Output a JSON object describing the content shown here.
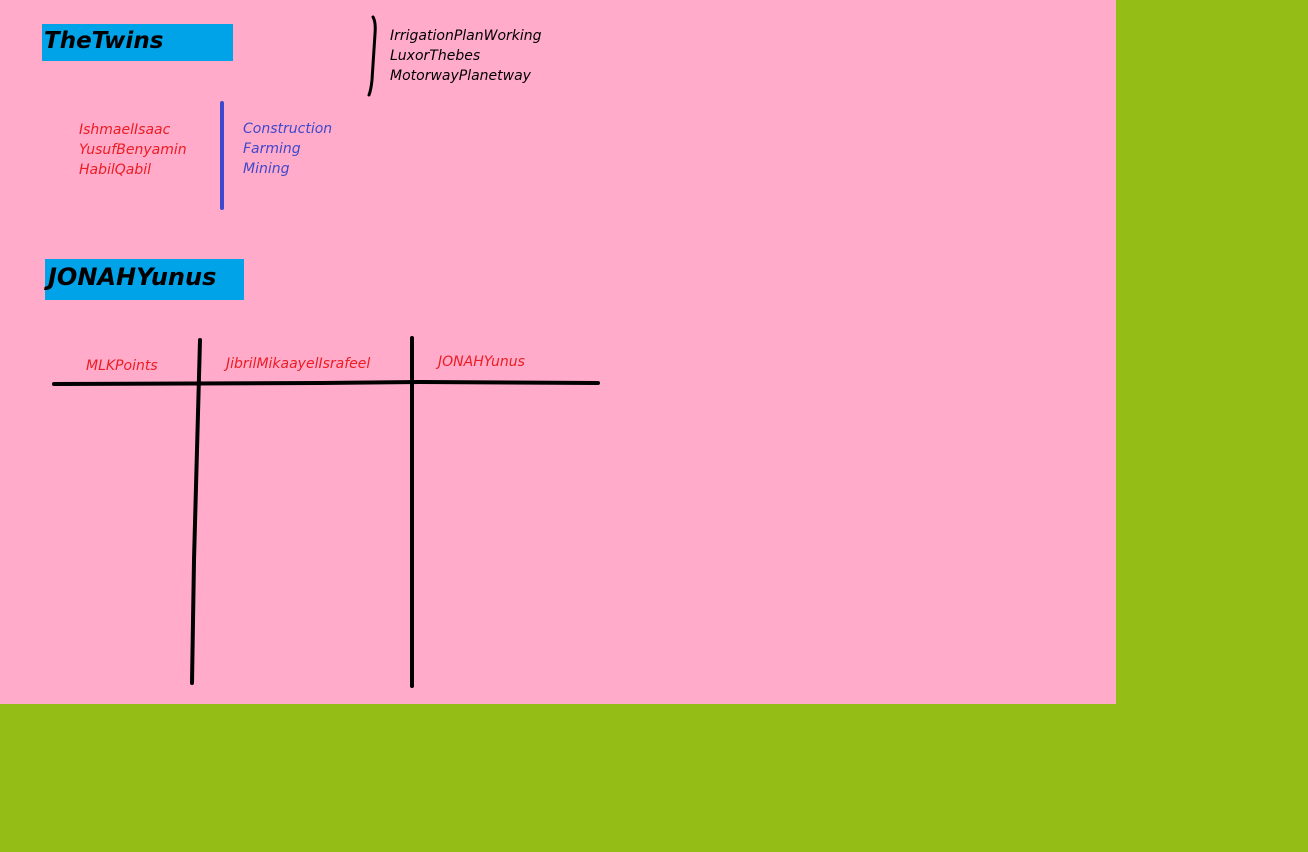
{
  "colors": {
    "background_outer": "#94be16",
    "canvas": "#ffabc9",
    "title_box": "#00a2e8",
    "red_text": "#ed1c24",
    "blue_text": "#3f48cc",
    "blue_bar": "#3f48cc"
  },
  "section1": {
    "title": "TheTwins",
    "projects": [
      "IrrigationPlanWorking",
      "LuxorThebes",
      "MotorwayPlanetway"
    ],
    "people": [
      "IshmaelIsaac",
      "YusufBenyamin",
      "HabilQabil"
    ],
    "fields": [
      "Construction",
      "Farming",
      "Mining"
    ]
  },
  "section2": {
    "title": "JONAHYunus",
    "columns": [
      "MLKPoints",
      "JibrilMikaayelIsrafeel",
      "JONAHYunus"
    ]
  }
}
